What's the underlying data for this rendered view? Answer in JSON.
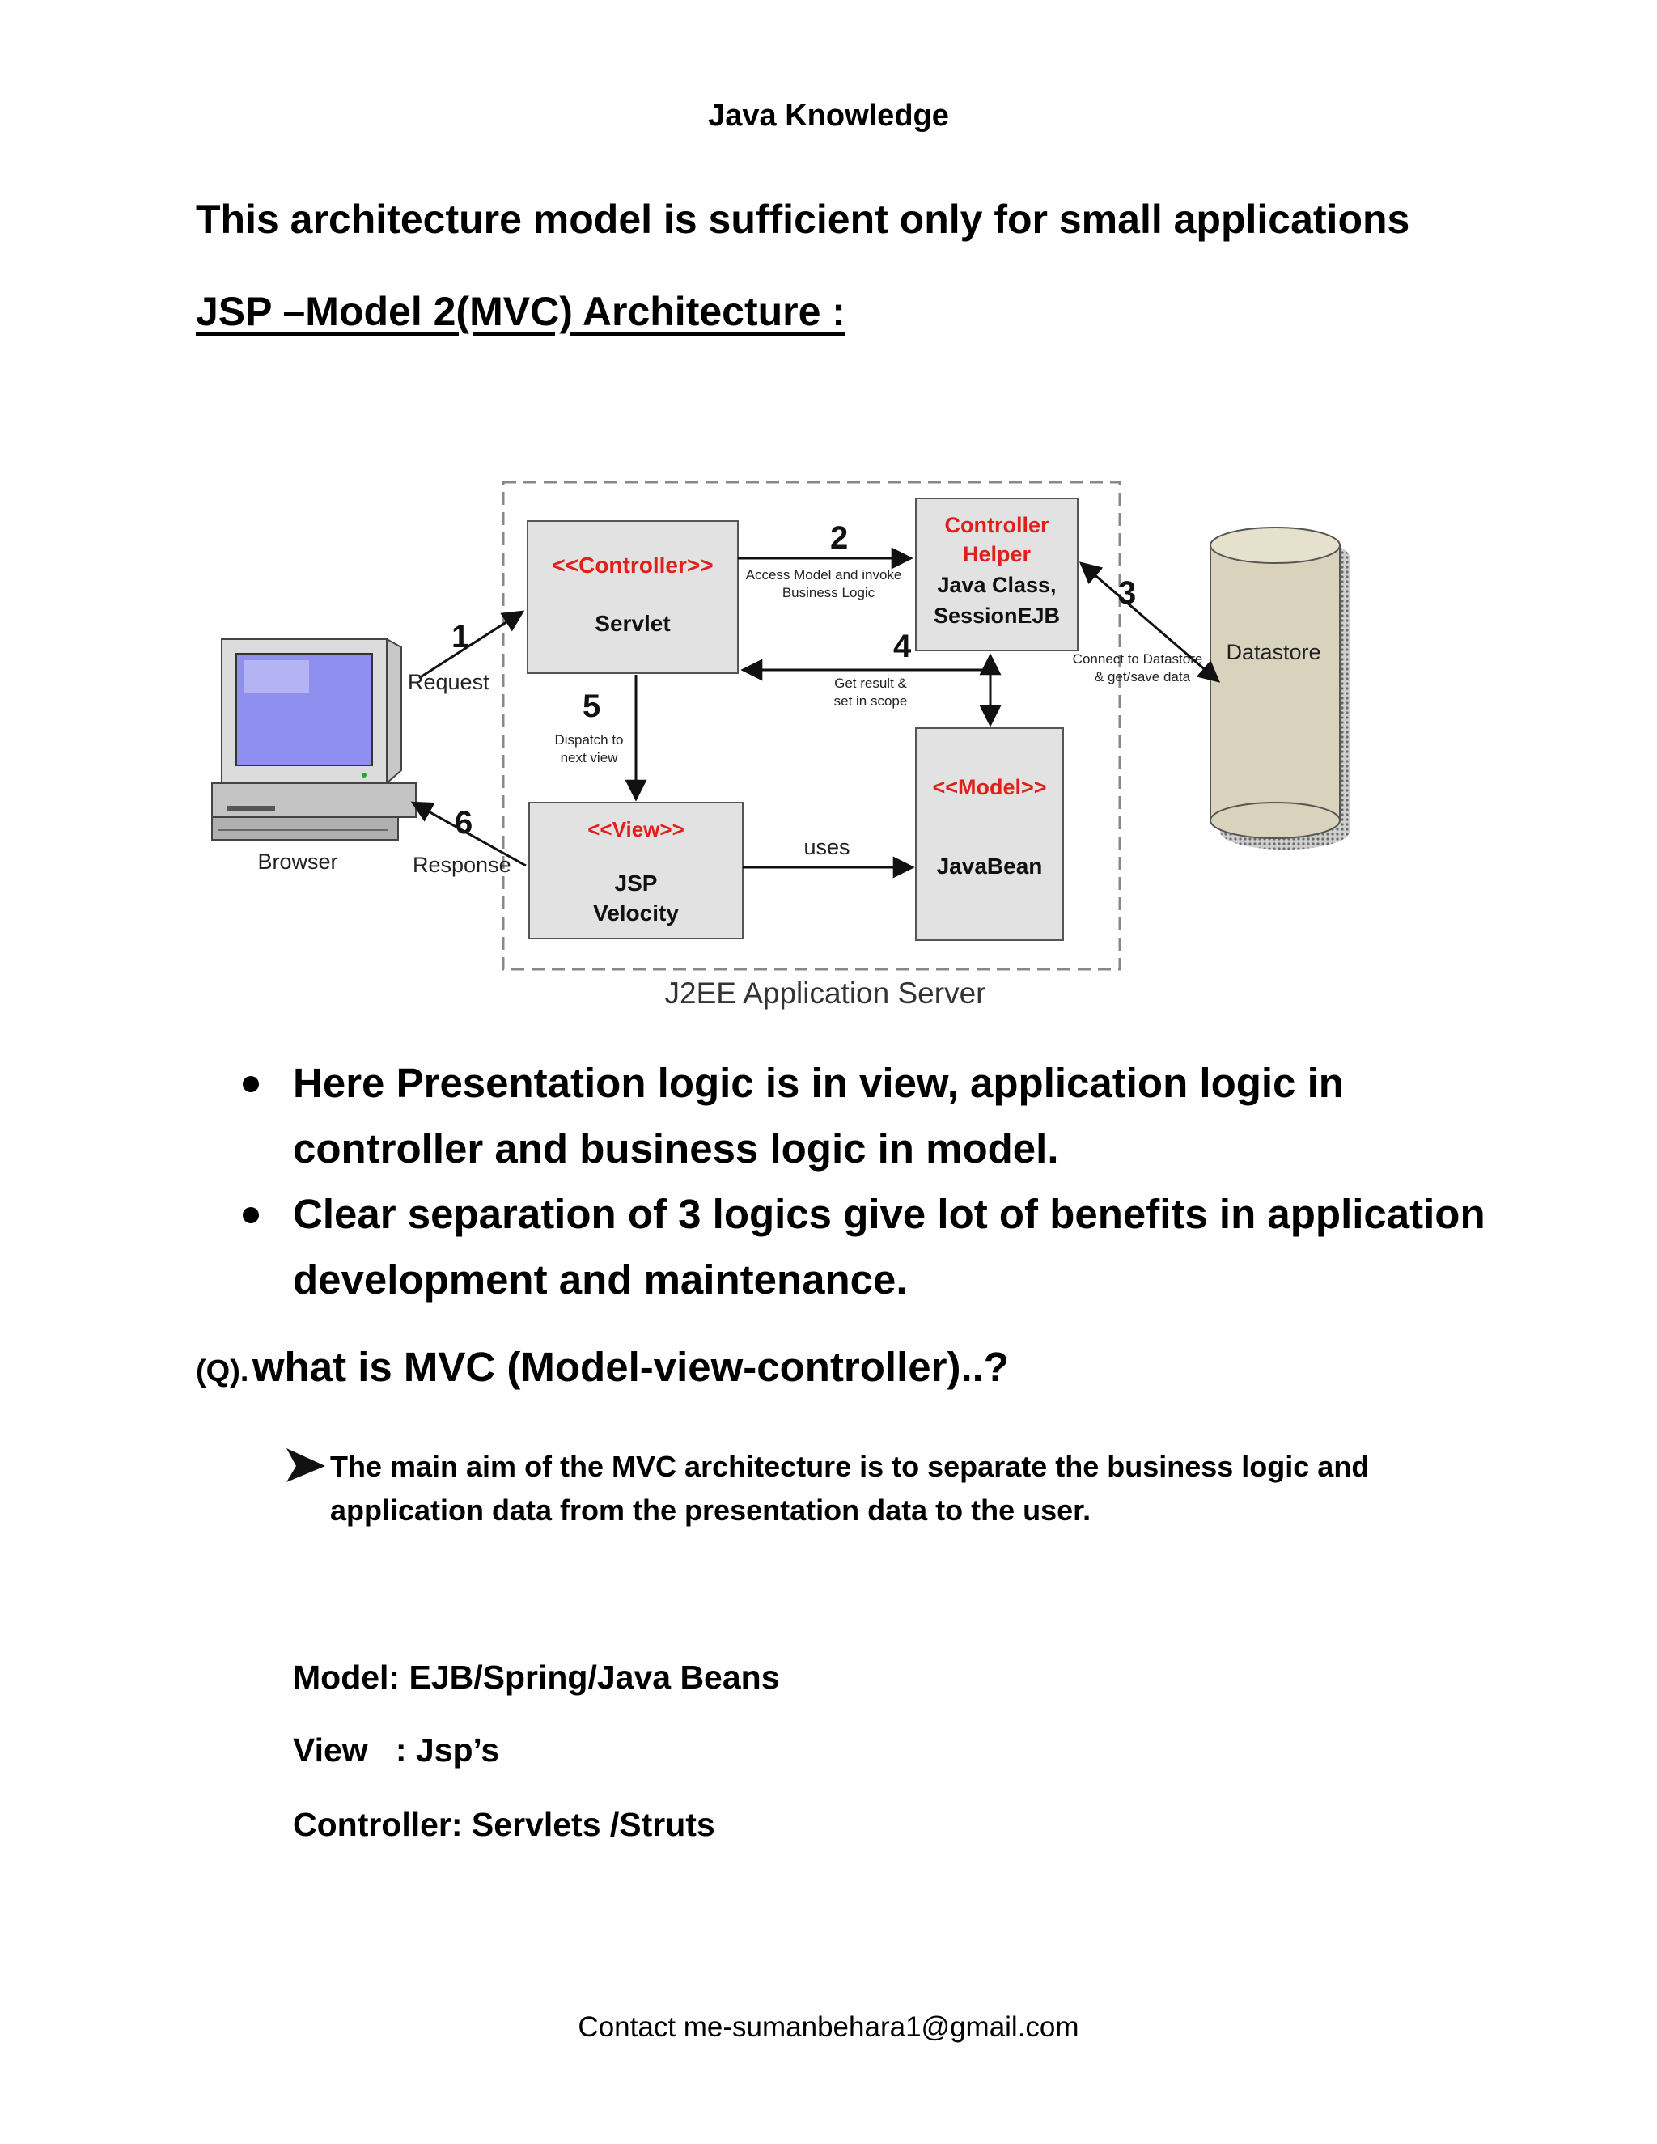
{
  "header": {
    "title": "Java Knowledge"
  },
  "intro_text": "This architecture model is sufficient only for small applications",
  "section_heading": "JSP –Model 2(MVC) Architecture :",
  "diagram": {
    "server_label": "J2EE Application Server",
    "controller_stereotype": "<<Controller>>",
    "controller_name": "Servlet",
    "helper_line1": "Controller",
    "helper_line2": "Helper",
    "helper_line3": "Java Class,",
    "helper_line4": "SessionEJB",
    "model_stereotype": "<<Model>>",
    "model_name": "JavaBean",
    "view_stereotype": "<<View>>",
    "view_line1": "JSP",
    "view_line2": "Velocity",
    "datastore_label": "Datastore",
    "browser_label": "Browser",
    "step1": "1",
    "request_label": "Request",
    "step2": "2",
    "step2_line1": "Access Model and invoke",
    "step2_line2": "Business Logic",
    "step3": "3",
    "step3_line1": "Connect to Datastore",
    "step3_line2": "& get/save data",
    "step4": "4",
    "step4_line1": "Get result &",
    "step4_line2": "set in scope",
    "step5": "5",
    "step5_line1": "Dispatch to",
    "step5_line2": "next view",
    "step6": "6",
    "response_label": "Response",
    "uses_label": "uses",
    "colors": {
      "stereotype_red": "#e0201a",
      "box_fill": "#e2e2e2",
      "cylinder_fill": "#d9d3bd",
      "screen_blue": "#8f8ff0"
    }
  },
  "bullets": [
    {
      "line1": "Here Presentation logic is in view, application logic in",
      "line2": "controller and business logic in model."
    },
    {
      "line1": "Clear separation of 3 logics give lot of benefits in application",
      "line2": "development and maintenance."
    }
  ],
  "question": {
    "tag": "(Q).",
    "text": "what is MVC (Model-view-controller)..?"
  },
  "aim": {
    "line1": "The main aim of the MVC architecture is to separate the business logic and",
    "line2": "application data from the presentation data to the user."
  },
  "definitions": {
    "model": "Model: EJB/Spring/Java Beans",
    "view": "View   : Jsp’s",
    "controller": "Controller: Servlets /Struts"
  },
  "footer": {
    "contact": "Contact me-sumanbehara1@gmail.com"
  }
}
